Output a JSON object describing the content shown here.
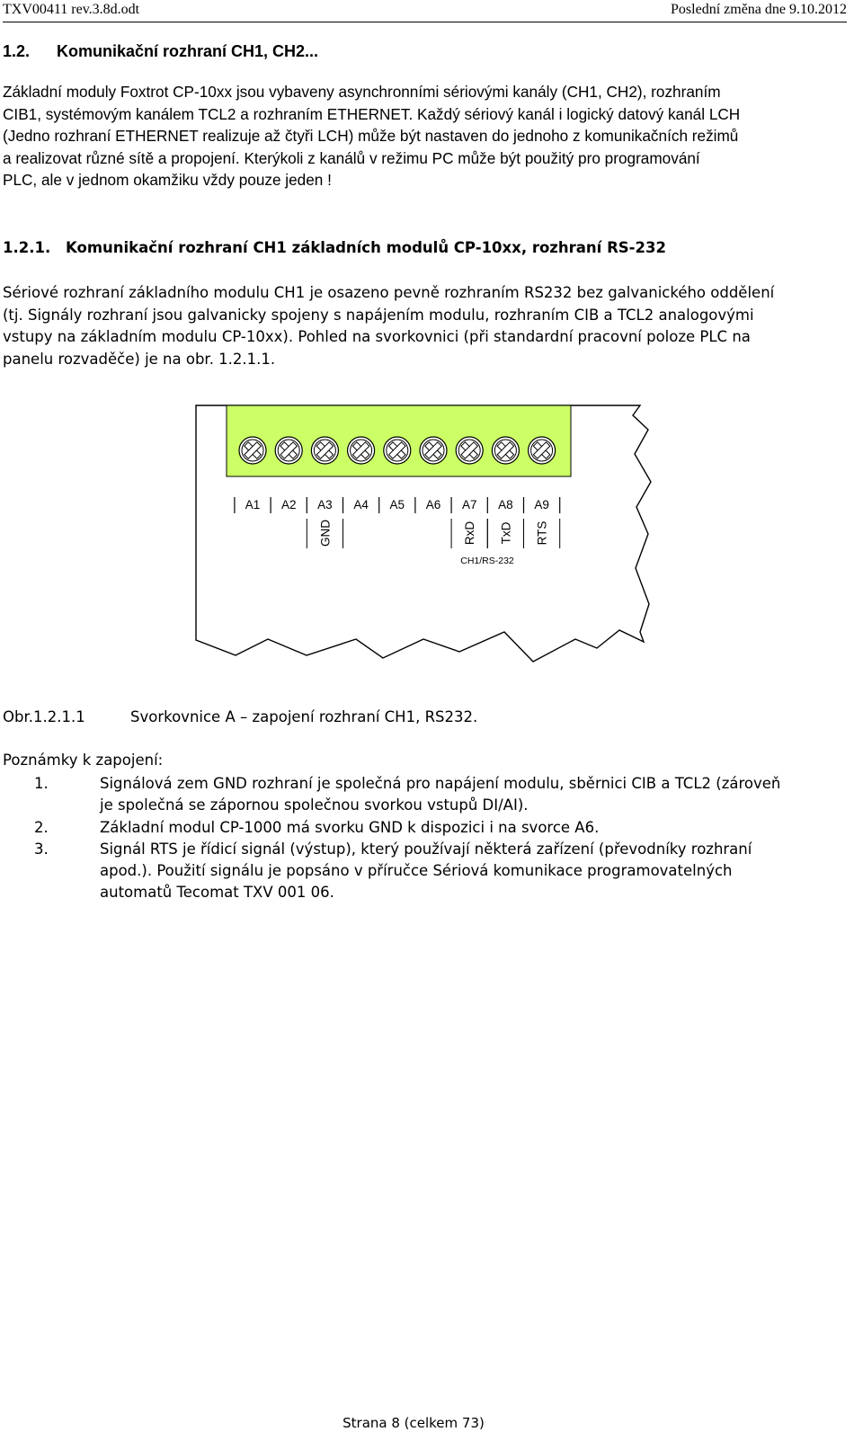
{
  "header": {
    "left": "TXV00411 rev.3.8d.odt",
    "right": "Poslední změna dne 9.10.2012"
  },
  "section": {
    "number": "1.2.",
    "title": "Komunikační rozhraní CH1, CH2...",
    "paragraph_lines": [
      "Základní moduly Foxtrot CP-10xx jsou vybaveny asynchronními sériovými kanály (CH1, CH2), rozhraním",
      "CIB1, systémovým kanálem TCL2 a rozhraním ETHERNET. Každý sériový kanál i logický datový kanál LCH",
      "(Jedno rozhraní ETHERNET realizuje až čtyři LCH) může být nastaven do jednoho z komunikačních režimů",
      "a realizovat různé sítě a propojení. Kterýkoli z kanálů v režimu PC může být použitý pro programování",
      "PLC, ale v jednom okamžiku vždy pouze jeden !"
    ]
  },
  "subsection": {
    "number": "1.2.1.",
    "title": "Komunikační rozhraní CH1 základních modulů CP-10xx, rozhraní RS-232",
    "paragraph_lines": [
      "Sériové rozhraní základního modulu CH1 je osazeno pevně rozhraním RS232 bez galvanického oddělení",
      "(tj. Signály rozhraní jsou galvanicky spojeny s napájením modulu, rozhraním CIB a TCL2 analogovými",
      "vstupy na základním modulu CP-10xx). Pohled na svorkovnici (při standardní pracovní poloze PLC na",
      "panelu rozvaděče) je na obr. 1.2.1.1."
    ]
  },
  "figure": {
    "terminals": [
      "A1",
      "A2",
      "A3",
      "A4",
      "A5",
      "A6",
      "A7",
      "A8",
      "A9"
    ],
    "signals": [
      "",
      "",
      "GND",
      "",
      "",
      "",
      "RxD",
      "TxD",
      "RTS"
    ],
    "group_label": "CH1/RS-232",
    "colors": {
      "terminal_block": "#ccff66",
      "outline": "#000000"
    }
  },
  "caption": {
    "number": "Obr.1.2.1.1",
    "text": "Svorkovnice A – zapojení rozhraní CH1, RS232."
  },
  "notes": {
    "title": "Poznámky k zapojení:",
    "items": [
      {
        "n": "1.",
        "lines": [
          "Signálová zem GND rozhraní je společná pro napájení modulu, sběrnici CIB a TCL2 (zároveň",
          "je společná se zápornou společnou svorkou vstupů DI/AI)."
        ]
      },
      {
        "n": "2.",
        "lines": [
          "Základní modul CP-1000 má svorku GND k dispozici i na svorce A6."
        ]
      },
      {
        "n": "3.",
        "lines": [
          "Signál RTS je řídicí signál (výstup), který používají některá zařízení (převodníky rozhraní",
          "apod.). Použití signálu je popsáno v příručce Sériová komunikace programovatelných",
          "automatů Tecomat TXV 001 06."
        ]
      }
    ]
  },
  "footer": {
    "page": "Strana 8 (celkem 73)"
  }
}
